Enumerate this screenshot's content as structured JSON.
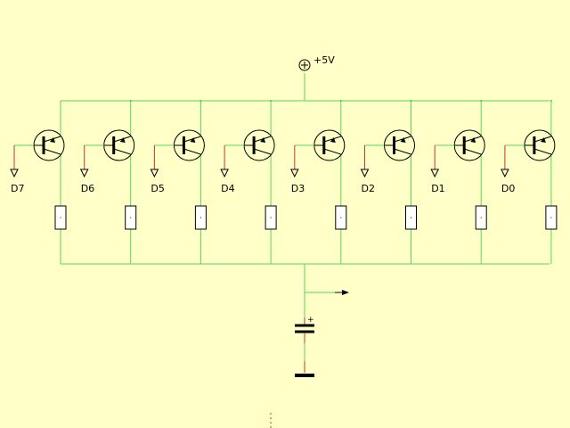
{
  "supply": {
    "label": "+5V"
  },
  "bits": [
    "D7",
    "D6",
    "D5",
    "D4",
    "D3",
    "D2",
    "D1",
    "D0"
  ],
  "capacitor": {
    "polarity_mark": "+"
  },
  "colors": {
    "background": "#ffffc8",
    "wire": "#5ad65a",
    "lead": "#cc3333",
    "component": "#000000",
    "resistor_fill": "#ffffff"
  }
}
